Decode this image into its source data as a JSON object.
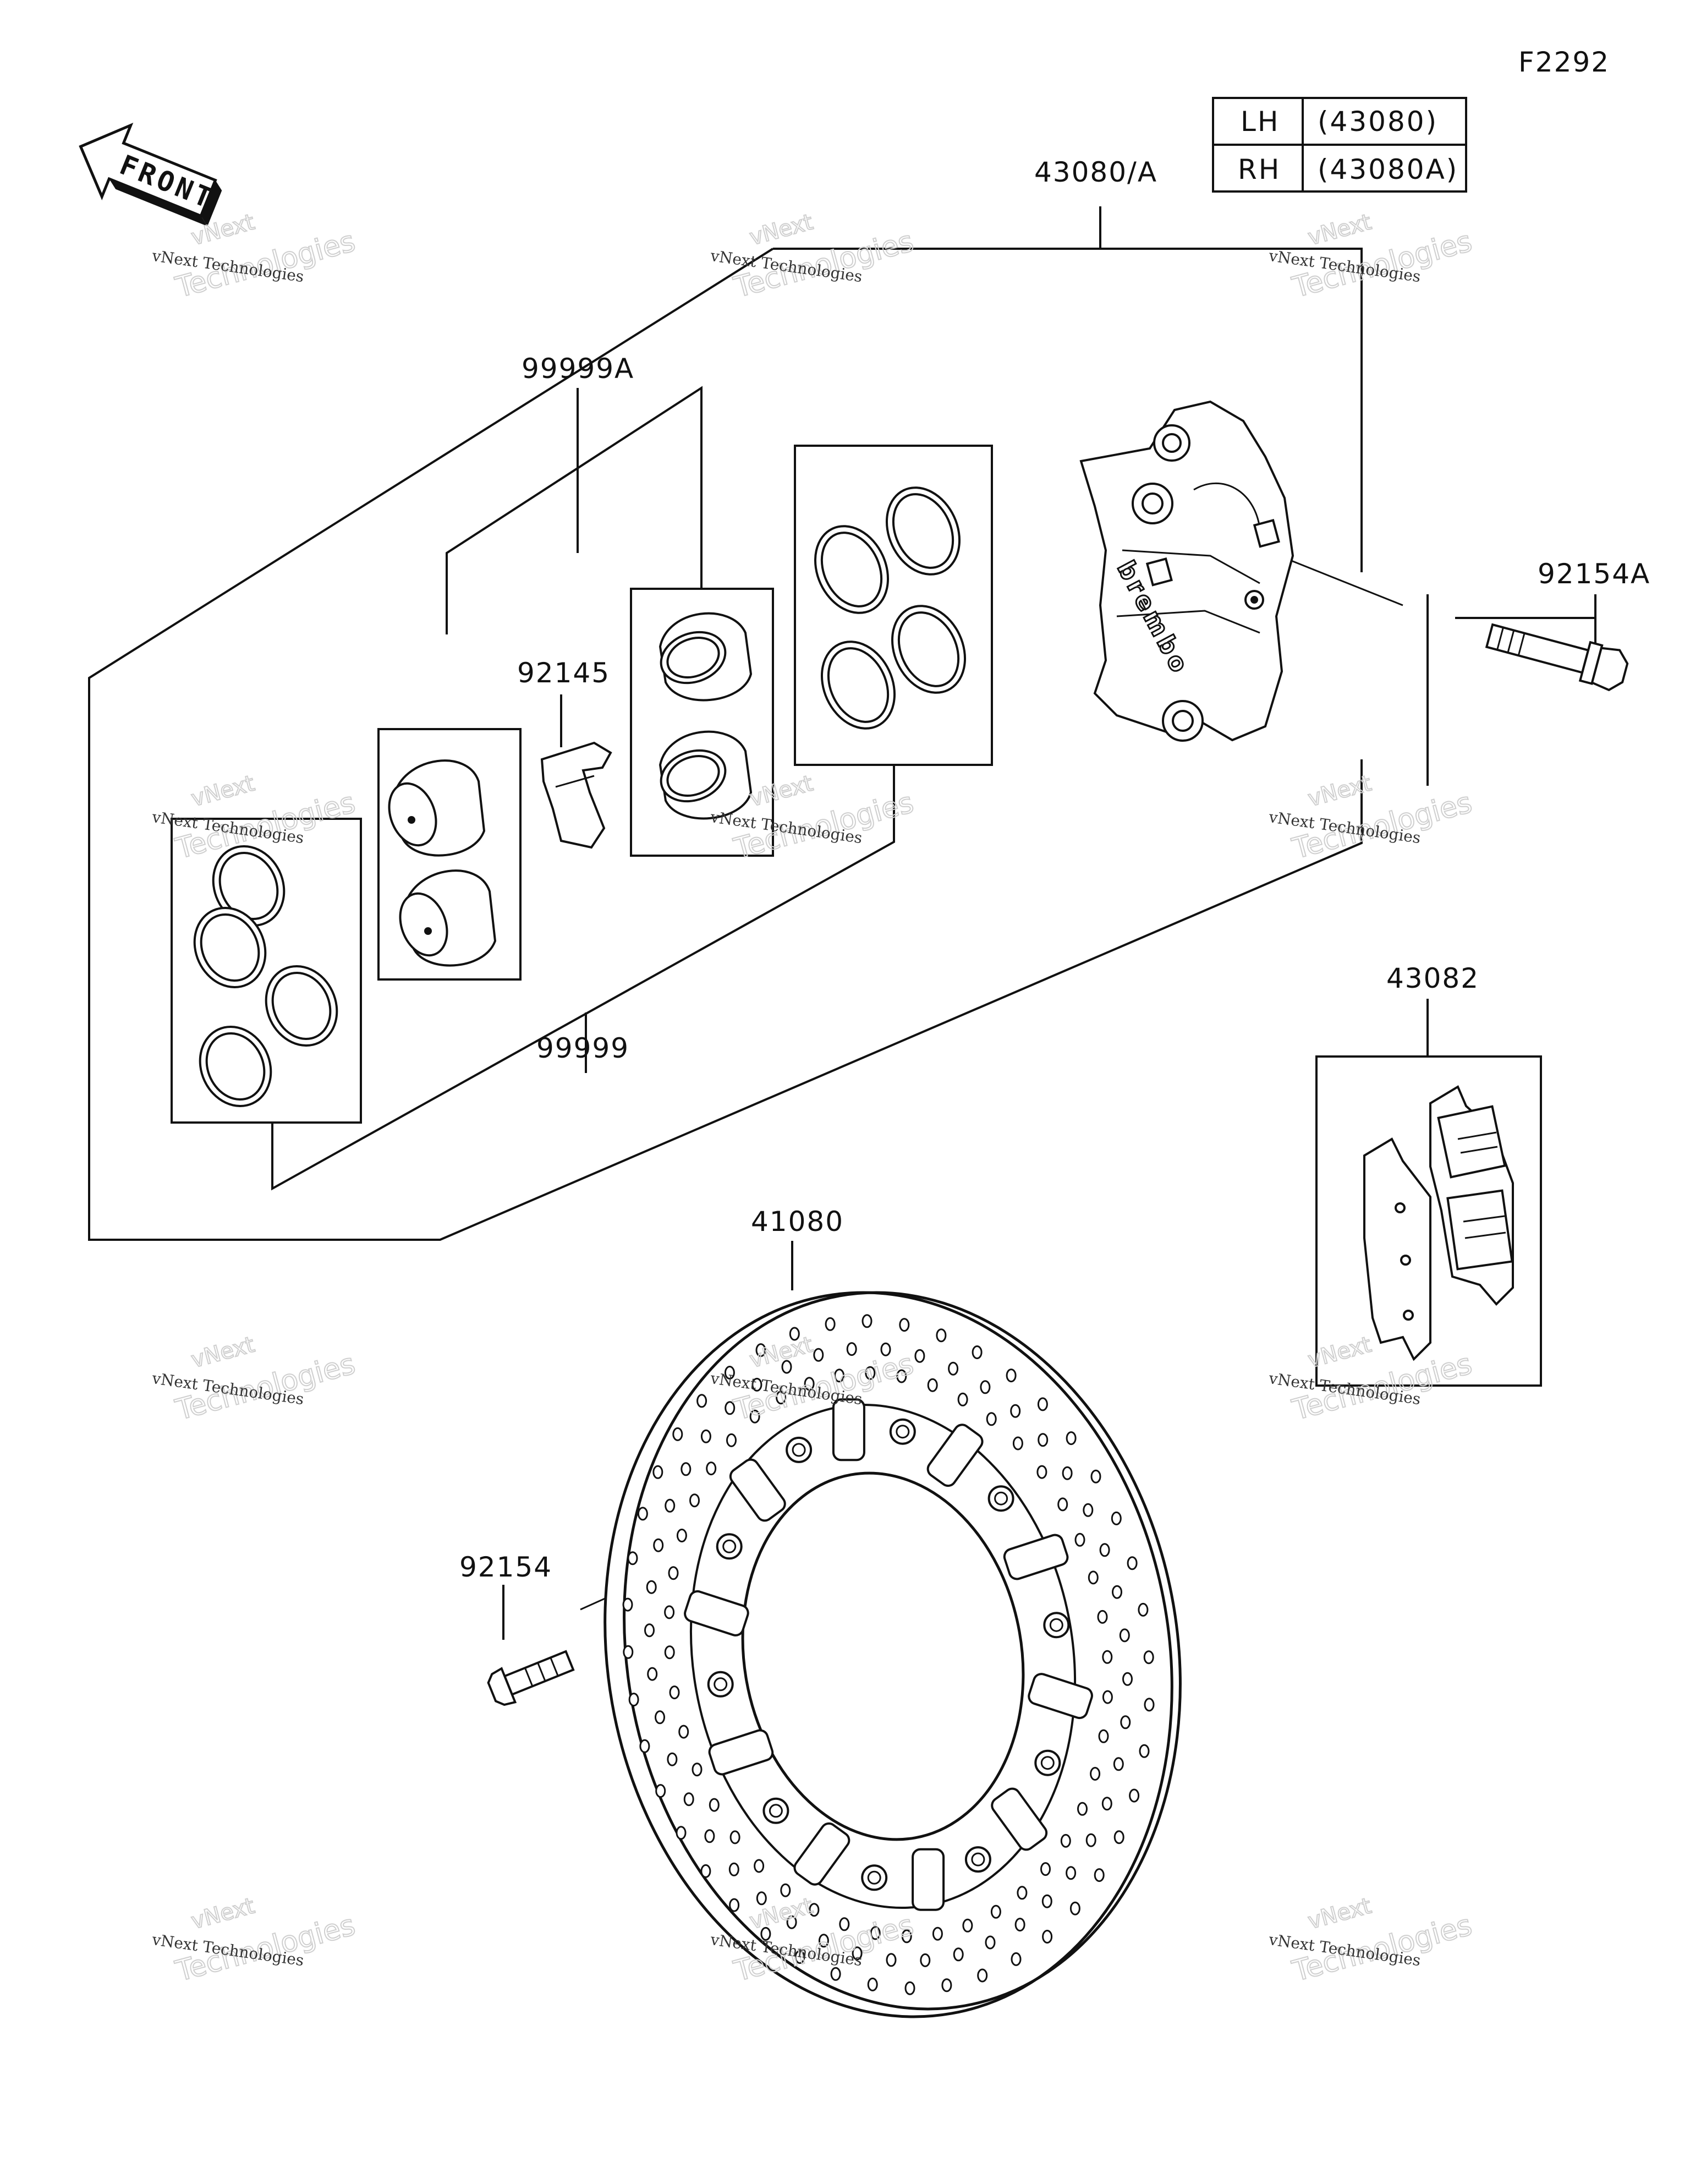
{
  "figure_code": "F2292",
  "front_arrow_label": "FRONT",
  "table": {
    "rows": [
      {
        "side": "LH",
        "part": "(43080)"
      },
      {
        "side": "RH",
        "part": "(43080A)"
      }
    ]
  },
  "callouts": {
    "caliper_assembly": "43080/A",
    "seal_kit_a": "99999A",
    "pad_spring": "92145",
    "caliper_bolt": "92154A",
    "seal_kit": "99999",
    "pad_set": "43082",
    "disc": "41080",
    "disc_bolt": "92154"
  },
  "caliper_brand": "brembo",
  "watermark": {
    "line1": "vNext Technologies",
    "line2": "vNext",
    "line3": "Technologies"
  }
}
